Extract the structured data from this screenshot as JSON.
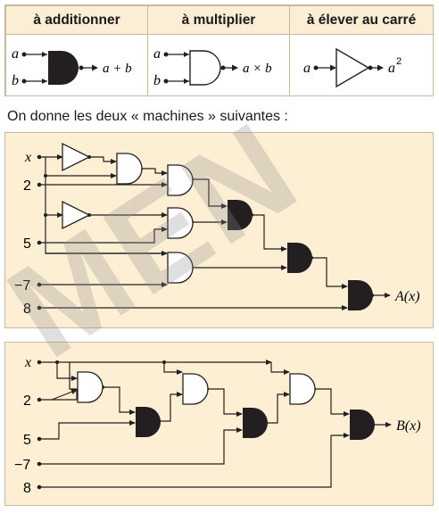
{
  "legend": {
    "headers": [
      "à additionner",
      "à multiplier",
      "à élever au carré"
    ],
    "add": {
      "in1": "a",
      "in2": "b",
      "out": "a + b"
    },
    "mult": {
      "in1": "a",
      "in2": "b",
      "out": "a × b"
    },
    "square": {
      "in": "a",
      "out_base": "a",
      "out_exp": "2"
    }
  },
  "intro": "On donne les deux « machines » suivantes :",
  "machine1": {
    "inputs": [
      "x",
      "2",
      "5",
      "−7",
      "8"
    ],
    "output": "A(x)"
  },
  "machine2": {
    "inputs": [
      "x",
      "2",
      "5",
      "−7",
      "8"
    ],
    "output": "B(x)"
  },
  "watermark": "MEN",
  "colors": {
    "panel_bg": "#fcefd3",
    "header_bg": "#fbeed5",
    "border": "#c9b8a2",
    "gate_black": "#231f20"
  }
}
